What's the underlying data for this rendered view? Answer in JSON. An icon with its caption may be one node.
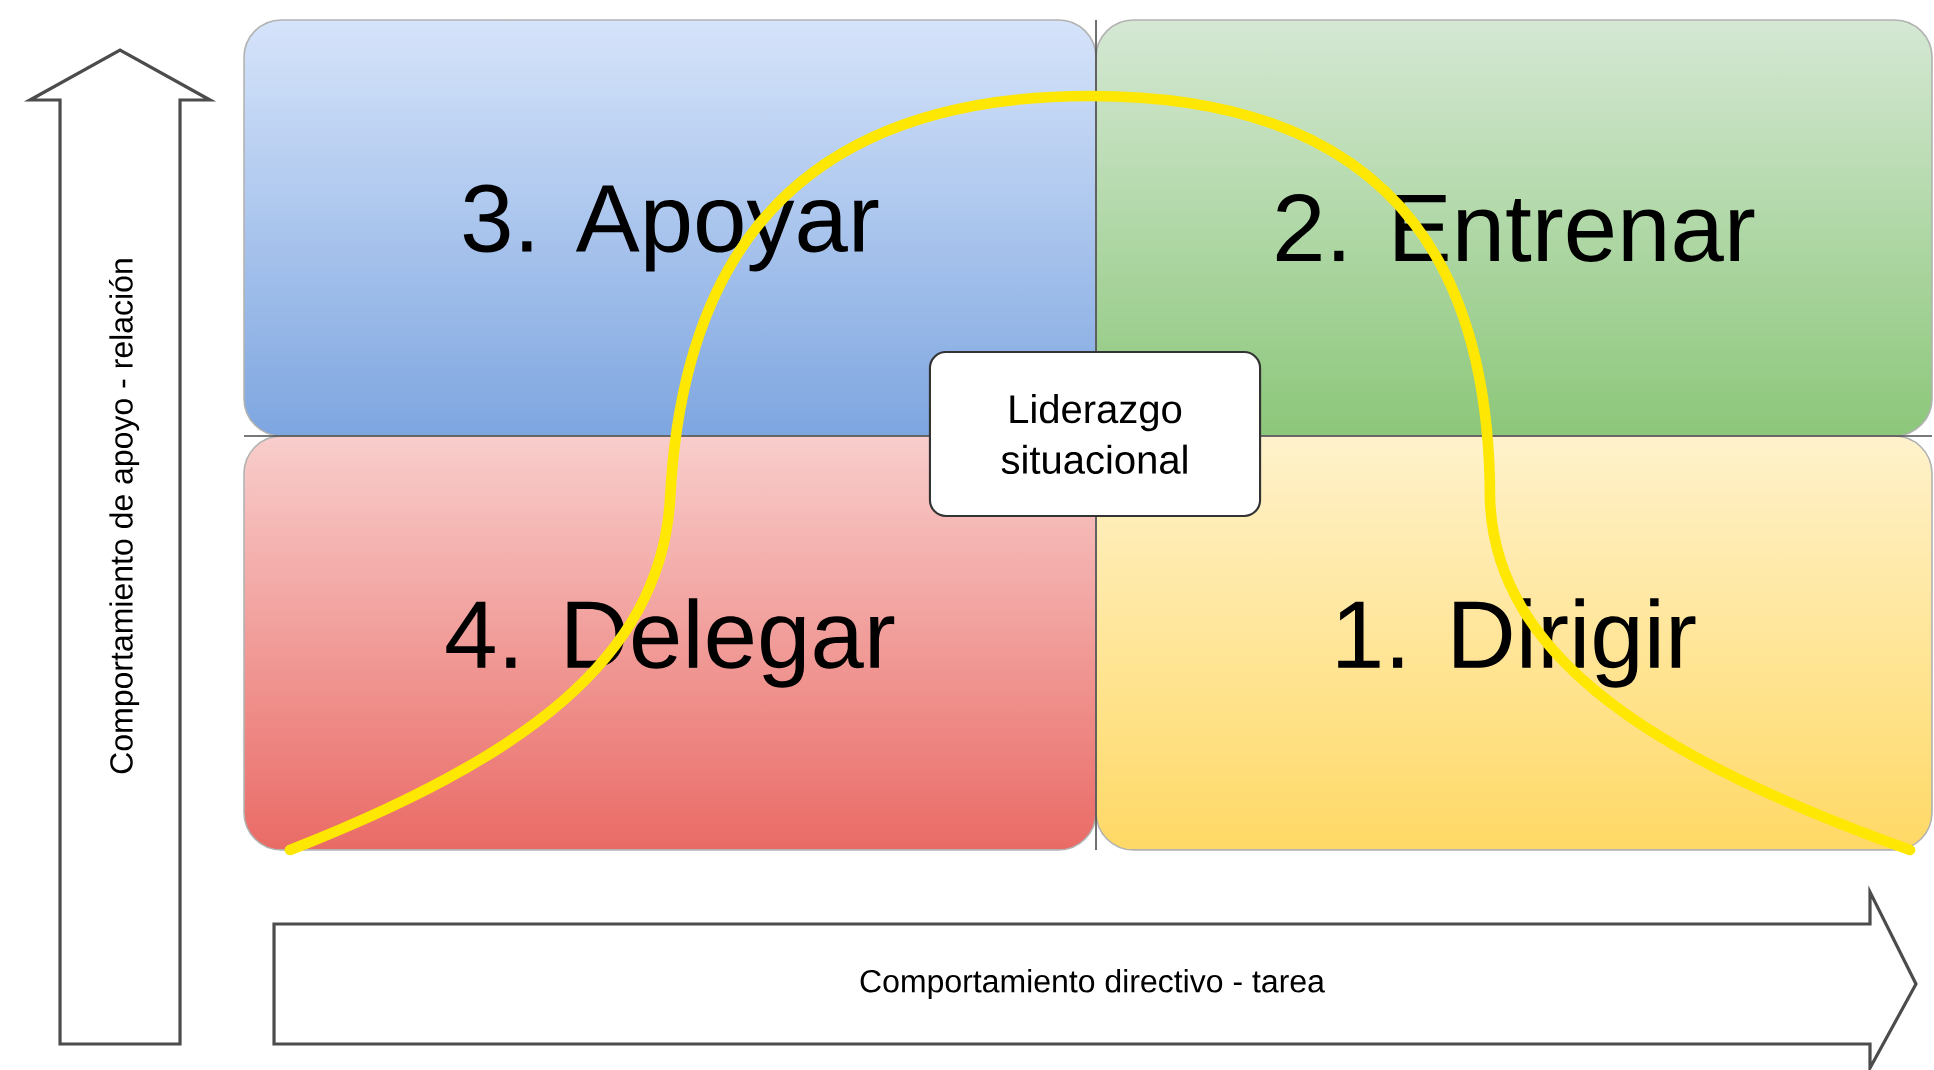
{
  "diagram": {
    "nodes": [
      {
        "text": [
          "3. Apoyar"
        ]
      },
      {
        "text": [
          "2. Entrenar"
        ]
      },
      {
        "text": [
          "Liderazgo situacional"
        ]
      },
      {
        "text": [
          "4. Delegar"
        ]
      },
      {
        "text": [
          "1. Dirigir"
        ]
      }
    ],
    "edges": [],
    "labels": [
      "Comportamiento de apoyo - relación",
      "Comportamiento directivo - tarea"
    ]
  }
}
